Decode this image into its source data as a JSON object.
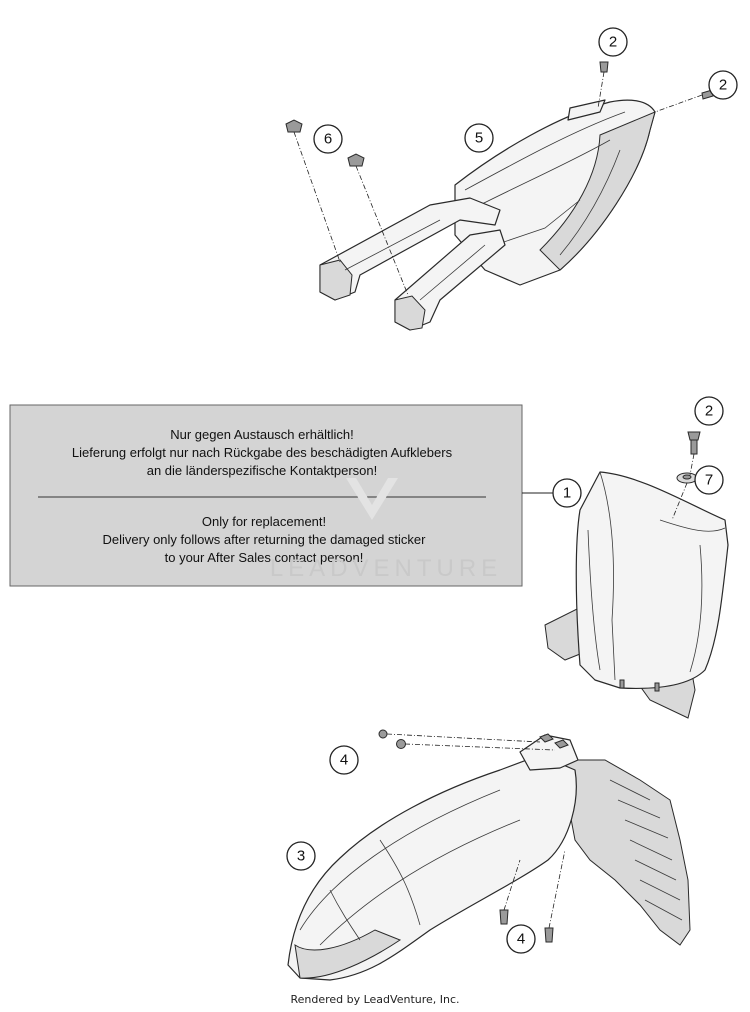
{
  "notice": {
    "de_line1": "Nur gegen Austausch erhältlich!",
    "de_line2": "Lieferung erfolgt nur nach Rückgabe des beschädigten Aufklebers",
    "de_line3": "an die länderspezifische Kontaktperson!",
    "en_line1": "Only for replacement!",
    "en_line2": "Delivery only follows after returning the damaged sticker",
    "en_line3": "to your After Sales contact person!"
  },
  "callouts": {
    "c1": "1",
    "c2a": "2",
    "c2b": "2",
    "c2c": "2",
    "c3": "3",
    "c4a": "4",
    "c4b": "4",
    "c5": "5",
    "c6": "6",
    "c7": "7"
  },
  "watermark": "LEADVENTURE",
  "footer": "Rendered by LeadVenture, Inc."
}
